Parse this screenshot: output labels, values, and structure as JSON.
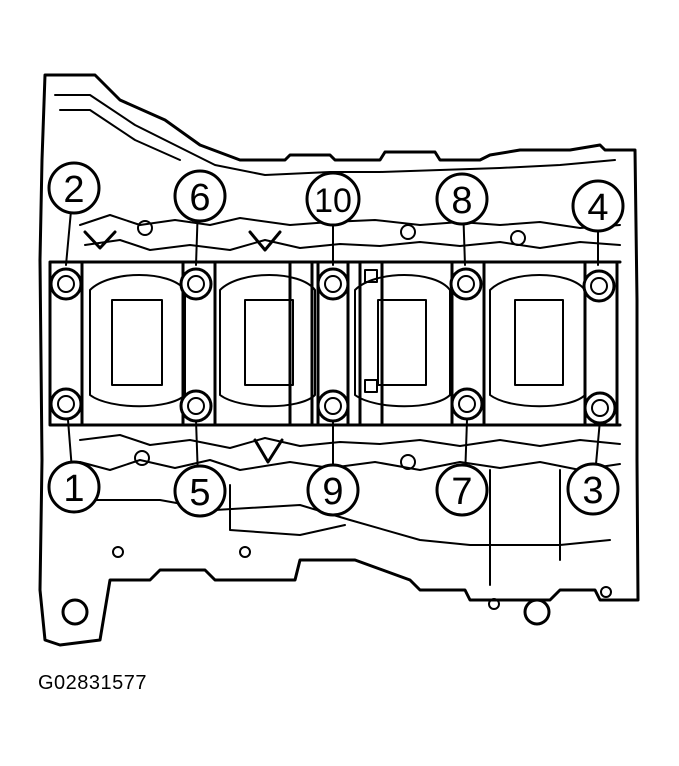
{
  "figure_id": "G02831577",
  "bolts": [
    {
      "label": "1"
    },
    {
      "label": "2"
    },
    {
      "label": "3"
    },
    {
      "label": "4"
    },
    {
      "label": "5"
    },
    {
      "label": "6"
    },
    {
      "label": "7"
    },
    {
      "label": "8"
    },
    {
      "label": "9"
    },
    {
      "label": "10"
    }
  ]
}
